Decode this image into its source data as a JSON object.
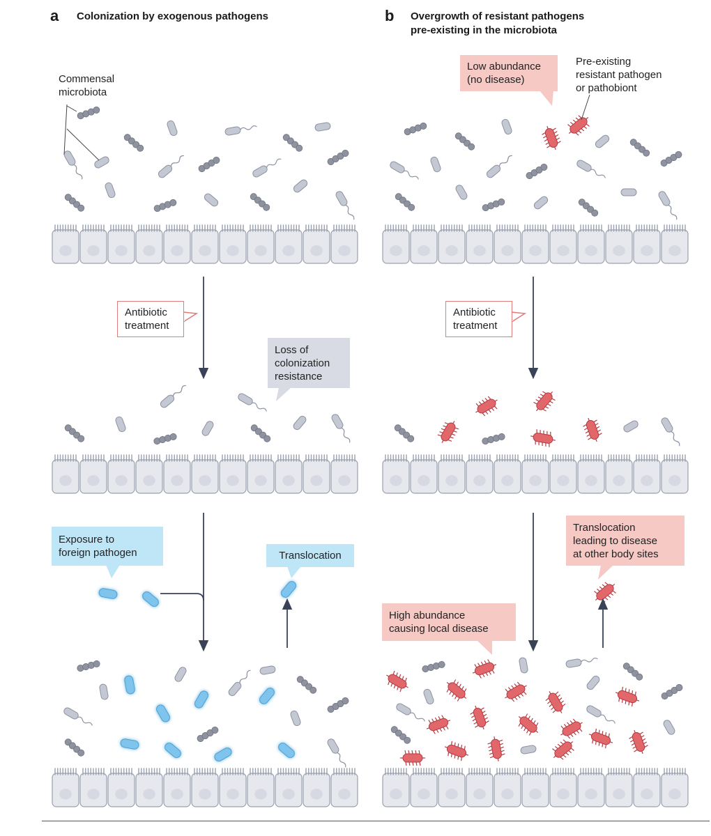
{
  "panels": {
    "a": {
      "letter": "a",
      "title": "Colonization by exogenous pathogens",
      "labels": {
        "commensal": "Commensal\nmicrobiota",
        "antibiotic": "Antibiotic\ntreatment",
        "loss": "Loss of\ncolonization\nresistance",
        "exposure": "Exposure to\nforeign pathogen",
        "translocation": "Translocation"
      }
    },
    "b": {
      "letter": "b",
      "title_line1": "Overgrowth of resistant pathogens",
      "title_line2": "pre-existing in the microbiota",
      "labels": {
        "low": "Low abundance\n(no disease)",
        "preexisting": "Pre-existing\nresistant pathogen\nor pathobiont",
        "antibiotic": "Antibiotic\ntreatment",
        "high": "High abundance\ncausing local disease",
        "translocation": "Translocation\nleading to disease\nat other body sites"
      }
    }
  },
  "colors": {
    "commensal_fill": "#c4c8d3",
    "commensal_stroke": "#8c92a3",
    "coccus": "#8e939f",
    "epithelium_fill": "#e6e8ee",
    "epithelium_stroke": "#9aa0ad",
    "foreign_fill": "#7fc4ec",
    "foreign_glow": "#bfe6fb",
    "resistant_fill": "#e2676a",
    "resistant_stroke": "#b43a40",
    "arrow": "#3a4257",
    "pink_box": "#f6c9c4",
    "blue_box": "#bfe6f7",
    "grey_box": "#d8dbe3",
    "red_outline": "#e07b7b"
  }
}
